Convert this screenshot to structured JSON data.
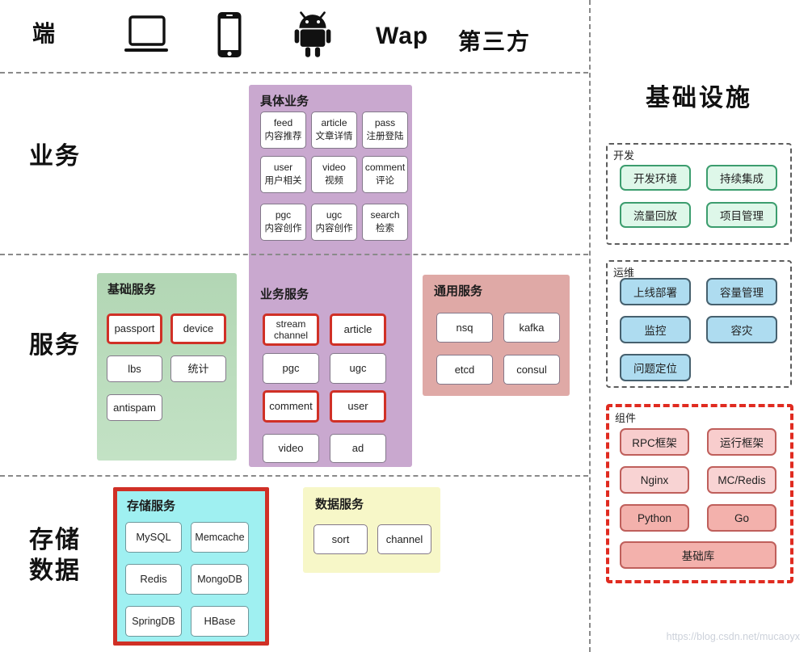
{
  "top_bar": {
    "label": "端",
    "wap": "Wap",
    "third_party": "第三方",
    "icons": [
      "laptop-icon",
      "smartphone-icon",
      "android-icon"
    ]
  },
  "row_labels": {
    "business": "业务",
    "service": "服务",
    "storage_line1": "存储",
    "storage_line2": "数据"
  },
  "concrete_business": {
    "title": "具体业务",
    "cells": [
      {
        "en": "feed",
        "cn": "内容推荐"
      },
      {
        "en": "article",
        "cn": "文章详情"
      },
      {
        "en": "pass",
        "cn": "注册登陆"
      },
      {
        "en": "user",
        "cn": "用户相关"
      },
      {
        "en": "video",
        "cn": "视频"
      },
      {
        "en": "comment",
        "cn": "评论"
      },
      {
        "en": "pgc",
        "cn": "内容创作"
      },
      {
        "en": "ugc",
        "cn": "内容创作"
      },
      {
        "en": "search",
        "cn": "检索"
      }
    ]
  },
  "basic_service": {
    "title": "基础服务",
    "cells": [
      {
        "label": "passport",
        "highlight": true
      },
      {
        "label": "device",
        "highlight": true
      },
      {
        "label": "lbs",
        "highlight": false
      },
      {
        "label": "统计",
        "highlight": false
      },
      {
        "label": "antispam",
        "highlight": false
      }
    ]
  },
  "business_service": {
    "title": "业务服务",
    "cells": [
      {
        "label": "stream channel",
        "highlight": true
      },
      {
        "label": "article",
        "highlight": true
      },
      {
        "label": "pgc",
        "highlight": false
      },
      {
        "label": "ugc",
        "highlight": false
      },
      {
        "label": "comment",
        "highlight": true
      },
      {
        "label": "user",
        "highlight": true
      },
      {
        "label": "video",
        "highlight": false
      },
      {
        "label": "ad",
        "highlight": false
      }
    ]
  },
  "common_service": {
    "title": "通用服务",
    "cells": [
      "nsq",
      "kafka",
      "etcd",
      "consul"
    ]
  },
  "storage_service": {
    "title": "存储服务",
    "cells": [
      "MySQL",
      "Memcache",
      "Redis",
      "MongoDB",
      "SpringDB",
      "HBase"
    ]
  },
  "data_service": {
    "title": "数据服务",
    "cells": [
      "sort",
      "channel"
    ]
  },
  "infrastructure": {
    "title": "基础设施",
    "dev": {
      "label": "开发",
      "cells": [
        "开发环境",
        "持续集成",
        "流量回放",
        "项目管理"
      ]
    },
    "ops": {
      "label": "运维",
      "cells": [
        "上线部署",
        "容量管理",
        "监控",
        "容灾",
        "问题定位"
      ]
    },
    "components": {
      "label": "组件",
      "cells": [
        "RPC框架",
        "运行框架",
        "Nginx",
        "MC/Redis",
        "Python",
        "Go",
        "基础库"
      ]
    }
  },
  "watermark": "https://blog.csdn.net/mucaoyx",
  "colors": {
    "purple_panel": "#c9a8cf",
    "green_panel": "#b7dab9",
    "pink_panel": "#dfa9a6",
    "cyan_panel": "#9ff0f1",
    "yellow_panel": "#f7f7c8",
    "highlight_red": "#d03026",
    "dev_cell": "#def7e9",
    "ops_cell": "#aedcf0",
    "component_cell": "#f6c9c9"
  }
}
